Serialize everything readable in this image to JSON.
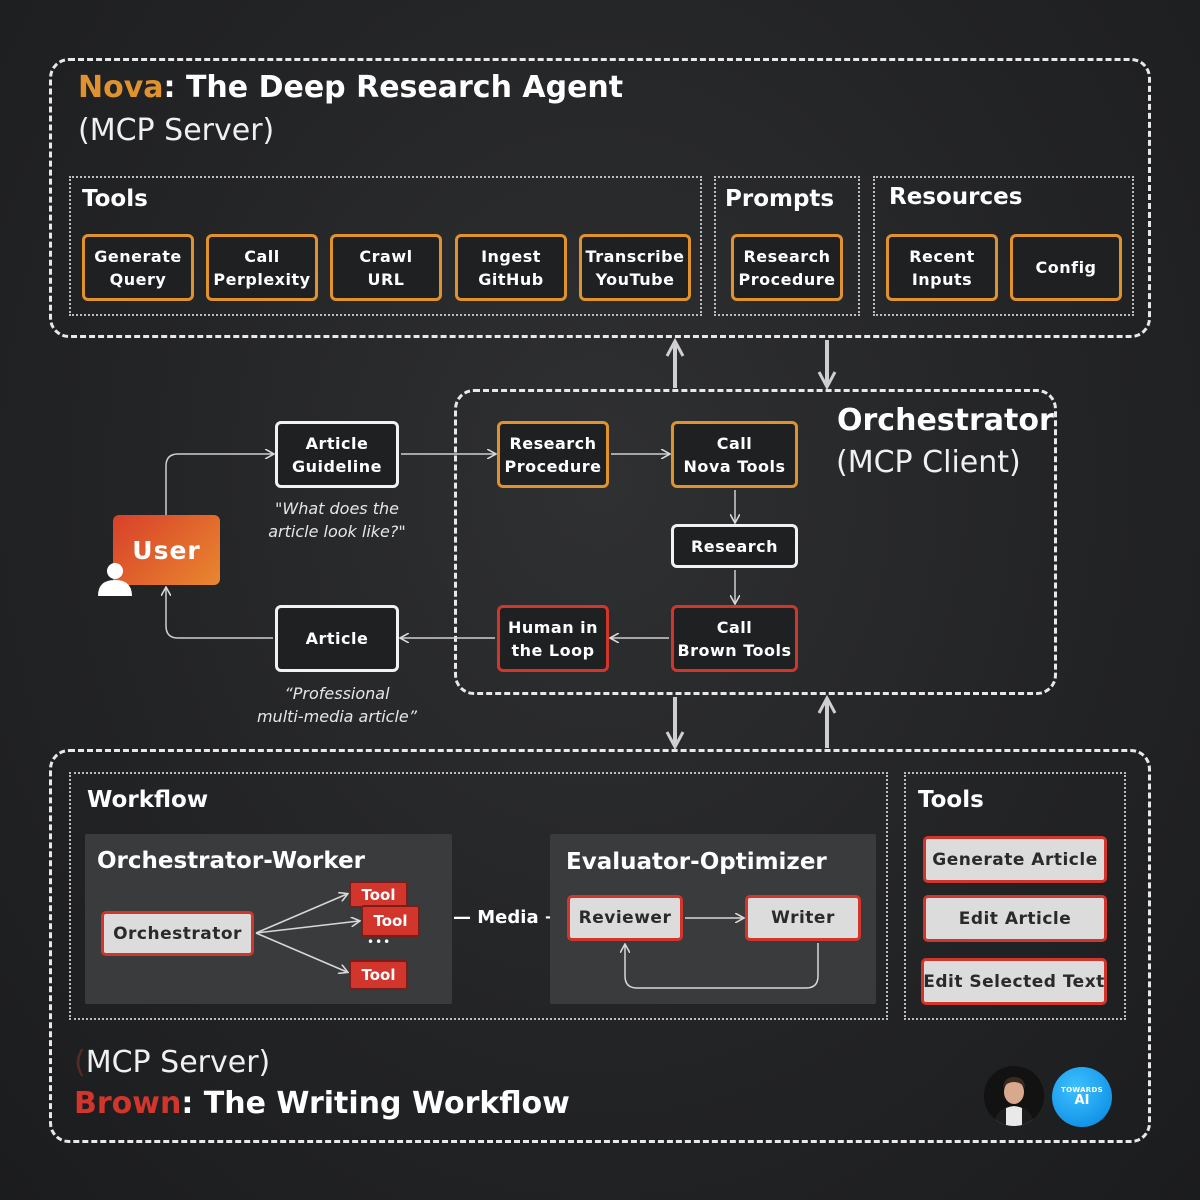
{
  "nova": {
    "name": "Nova",
    "title_rest": ": The Deep Research Agent",
    "subtitle": "(MCP Server)",
    "tools_label": "Tools",
    "tools": [
      "Generate\nQuery",
      "Call\nPerplexity",
      "Crawl\nURL",
      "Ingest\nGitHub",
      "Transcribe\nYouTube"
    ],
    "prompts_label": "Prompts",
    "prompts": [
      "Research\nProcedure"
    ],
    "resources_label": "Resources",
    "resources": [
      "Recent\nInputs",
      "Config"
    ]
  },
  "orchestrator": {
    "title": "Orchestrator",
    "subtitle": "(MCP Client)",
    "research_procedure": "Research\nProcedure",
    "call_nova_tools": "Call\nNova Tools",
    "research": "Research",
    "call_brown_tools": "Call\nBrown Tools",
    "human_in_loop": "Human in\nthe Loop"
  },
  "user": {
    "label": "User",
    "article_guideline": "Article\nGuideline",
    "guideline_quote": "\"What does the\narticle look like?\"",
    "article": "Article",
    "article_quote": "“Professional\nmulti-media article”"
  },
  "brown": {
    "name": "Brown",
    "title_rest": ": The Writing Workflow",
    "subtitle_paren": "(",
    "subtitle": "MCP Server)",
    "workflow_label": "Workflow",
    "orch_worker_title": "Orchestrator-Worker",
    "orchestrator_label": "Orchestrator",
    "tool_labels": [
      "Tool",
      "Tool",
      "Tool"
    ],
    "ellipsis": "•••",
    "media_label": "— Media →",
    "eval_opt_title": "Evaluator-Optimizer",
    "reviewer_label": "Reviewer",
    "writer_label": "Writer",
    "tools_label": "Tools",
    "tools": [
      "Generate Article",
      "Edit Article",
      "Edit Selected Text"
    ]
  },
  "badge": {
    "line1": "TOWARDS",
    "line2": "AI"
  },
  "colors": {
    "nova_orange": "#e0922f",
    "brown_red": "#d2352c",
    "dash_white": "#e8e8e8"
  }
}
